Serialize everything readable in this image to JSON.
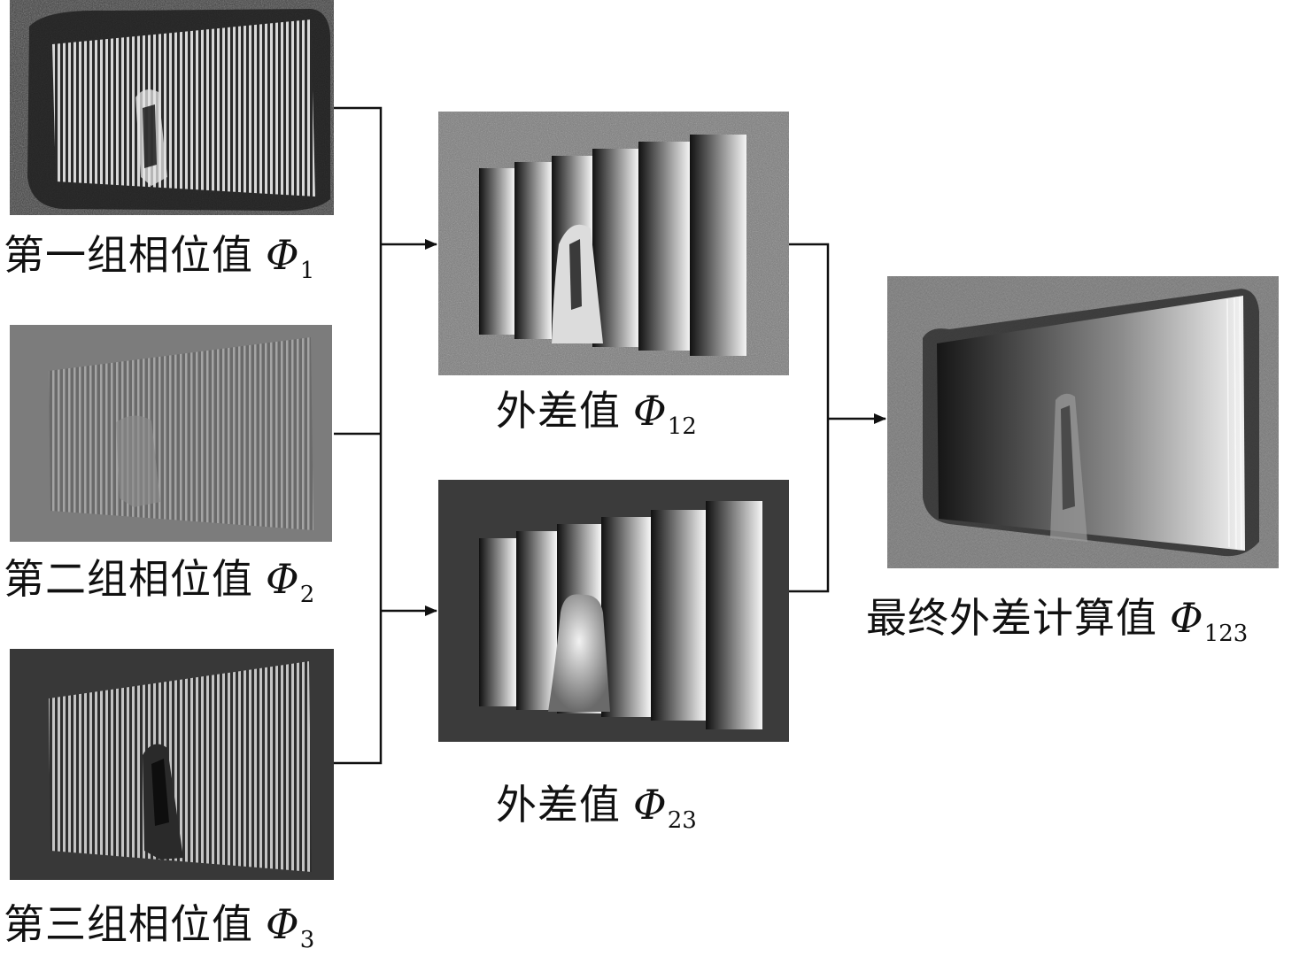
{
  "inputs": [
    {
      "label": "第一组相位值",
      "symbol": "Φ",
      "subscript": "1"
    },
    {
      "label": "第二组相位值",
      "symbol": "Φ",
      "subscript": "2"
    },
    {
      "label": "第三组相位值",
      "symbol": "Φ",
      "subscript": "3"
    }
  ],
  "intermediates": [
    {
      "label": "外差值",
      "symbol": "Φ",
      "subscript": "12"
    },
    {
      "label": "外差值",
      "symbol": "Φ",
      "subscript": "23"
    }
  ],
  "output": {
    "label": "最终外差计算值",
    "symbol": "Φ",
    "subscript": "123"
  },
  "colors": {
    "line": "#111111",
    "dark_bg": "#3a3a3a",
    "mid_bg": "#7a7a7a",
    "noise_bg": "#6e6e6e"
  }
}
